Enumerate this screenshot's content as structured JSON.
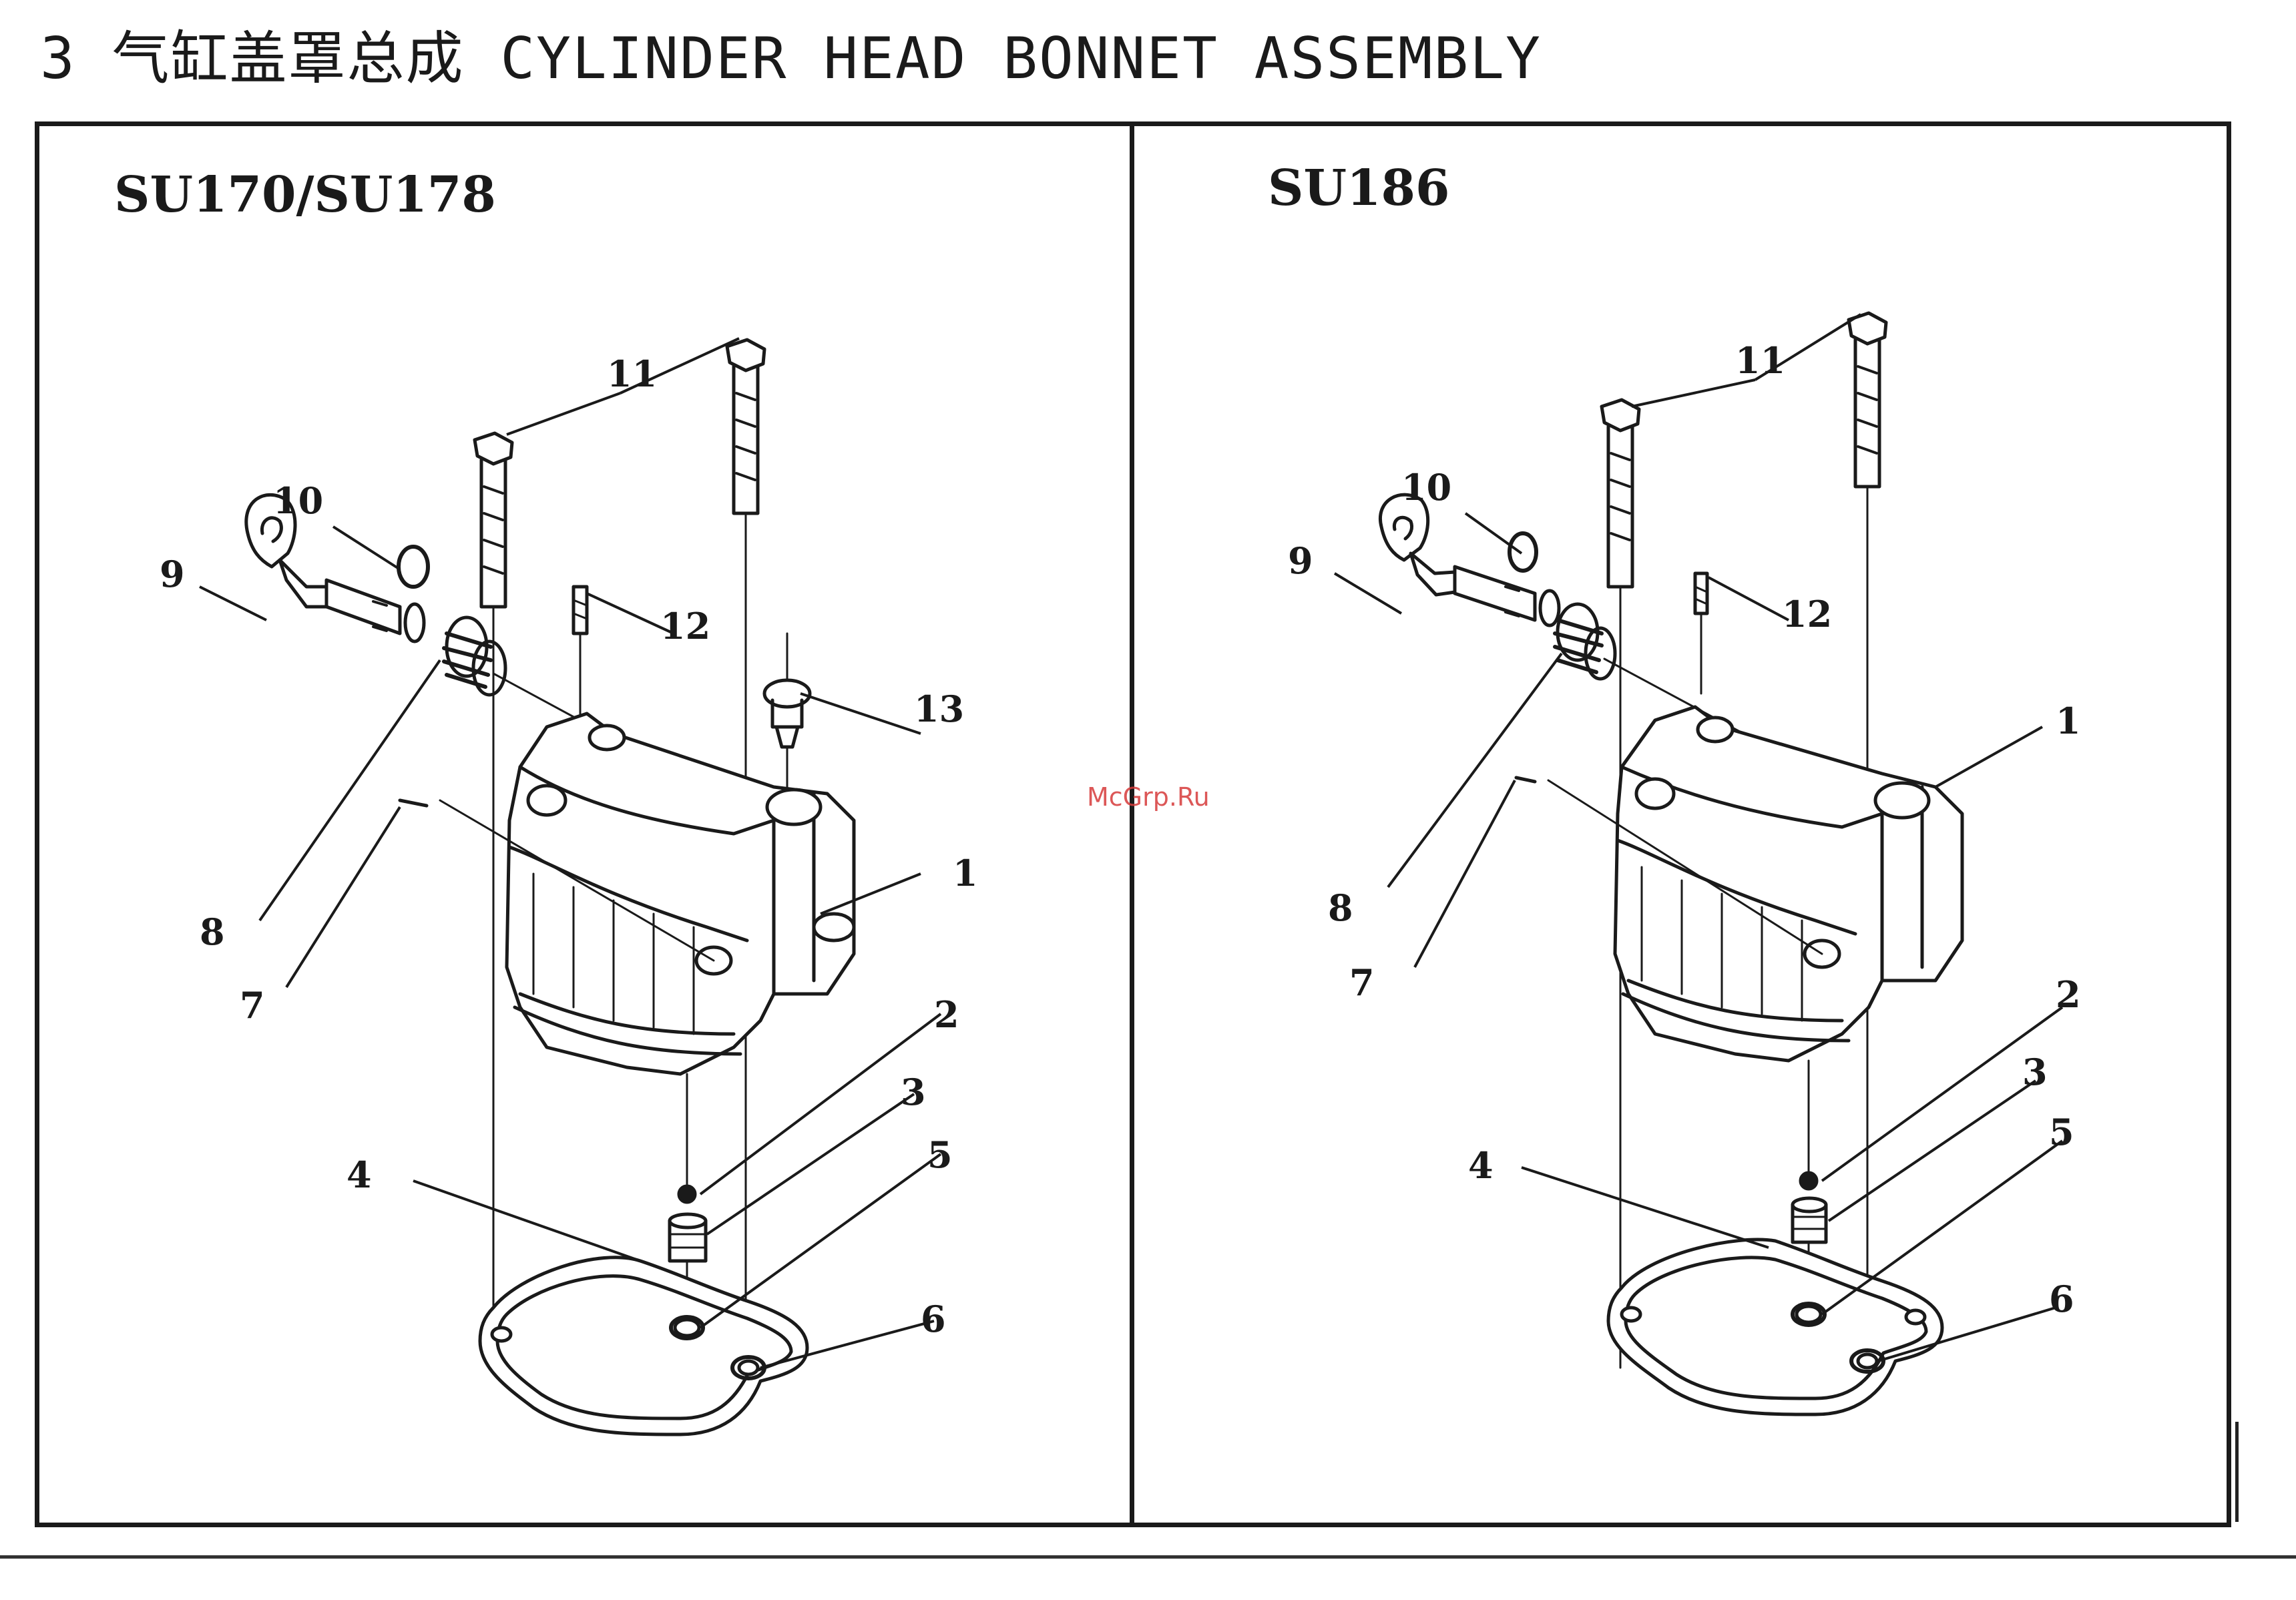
{
  "header": {
    "title": "3 气缸盖罩总成 CYLINDER HEAD BONNET ASSEMBLY"
  },
  "watermark": "McGrp.Ru",
  "panels": [
    {
      "model": "SU170/SU178",
      "callouts": [
        "1",
        "2",
        "3",
        "4",
        "5",
        "6",
        "7",
        "8",
        "9",
        "10",
        "11",
        "12",
        "13"
      ]
    },
    {
      "model": "SU186",
      "callouts": [
        "1",
        "2",
        "3",
        "4",
        "5",
        "6",
        "7",
        "8",
        "9",
        "10",
        "11",
        "12"
      ]
    }
  ]
}
